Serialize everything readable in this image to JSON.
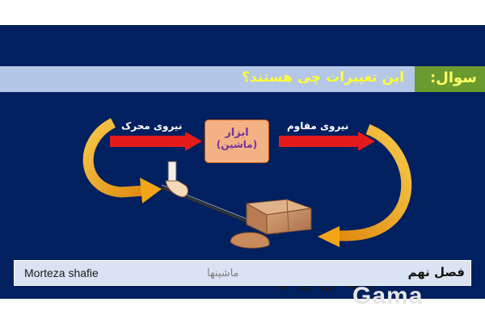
{
  "slide": {
    "title_label": "سوال:",
    "title_question": "این تغییرات چی هستند؟",
    "driving_force_label": "نیروی محرک",
    "resisting_force_label": "نیروی مقاوم",
    "tool_label_line1": "ابزار",
    "tool_label_line2": "(ماشین)"
  },
  "footer": {
    "author": "Morteza shafie",
    "subject_logo_text": "ماشینها",
    "chapter": "فصل نهم"
  },
  "watermark": {
    "text": "Gama"
  },
  "colors": {
    "background": "#002060",
    "title_band": "#b4c7e7",
    "label_box": "#6b9a2e",
    "question_text": "#ffff33",
    "arrow_red": "#e41b1b",
    "curved_arrow": "#f2a516",
    "tool_box": "#f4b183",
    "tool_text": "#7030a0",
    "footer_bar": "#dae3f3"
  },
  "icons": [
    "gears-icon",
    "hand-icon",
    "lever-bar-icon",
    "box-icon",
    "stone-icon"
  ]
}
